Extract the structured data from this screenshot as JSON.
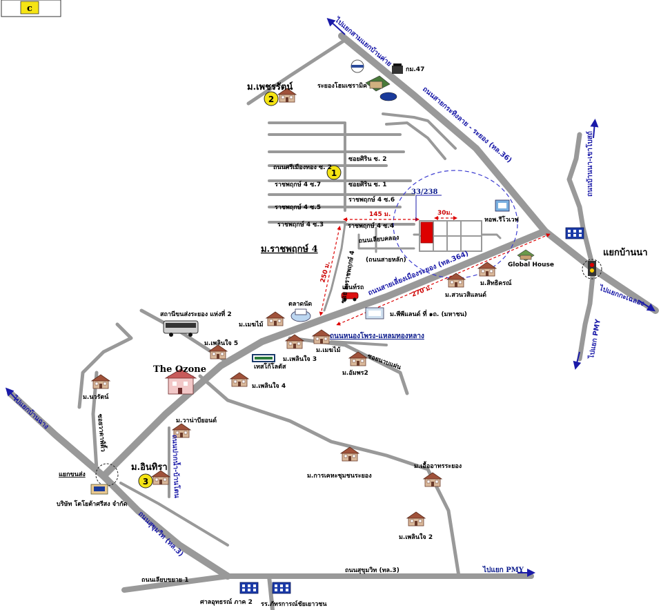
{
  "legend": {
    "letter": "c"
  },
  "labels": {
    "village_phetcharat": "ม.เพชรรัตน์",
    "volvo_shop": "ระยองโฮมเซรามิค",
    "km47": "กม.47",
    "road_to_bangkok": "ไปแยกสามแยกบ้านค่าย",
    "road_36": "ถนนสายกระทิงลาย - ระยอง (ทล.36)",
    "soi_1": "ซอยศิริน ซ. 2",
    "soi_2": "ถนนศรีเมืองทอง ซ. 2",
    "soi_3": "ราชพฤกษ์ 4 ซ.7",
    "soi_4": "ซอยศิริน ซ. 1",
    "soi_5": "ราชพฤกษ์ 4 ซ.6",
    "soi_6": "ราชพฤกษ์ 4 ซ.5",
    "soi_7": "ราชพฤกษ์ 4 ซ.3",
    "soi_8": "ราชพฤกษ์ 4 ซ.4",
    "plot_number": "33/238",
    "dist_145": "145 ม.",
    "dist_30": "30ม.",
    "dist_250": "250 ม.",
    "dist_270": "270 ม.",
    "dorm": "หอพ.รีโวเวฟ",
    "village_ratchaphruek": "ม.ราชพฤกษ์ 4",
    "side_road_1": "ถนนเลียบคลอง",
    "side_road_2": "(ถนนสายหลัก)",
    "road_364": "ถนนสายเลี่ยงเมืองระยอง (ทล.364)",
    "soi_vertical": "ซอย ม.ราชพฤกษ์ 4",
    "tent_rent": "เต็นท์รถ",
    "tesco": "เทสโก้โลตัส",
    "intersection_east": "แยกบ้านนา",
    "global_house": "Global House",
    "village_sittharon": "ม.สิทธิครณ์",
    "village_suanthani": "ม.สวนวสิแลนด์",
    "to_klaeng": "ไปแยกกะเฉลอง",
    "to_pmy_right": "ไปแยก PMY",
    "road_east_vertical": "ถนนบ้านนา-เขาโบสถ์",
    "market": "ตลาดนัด",
    "bus_terminal": "สถานีขนส่งระยอง แห่งที่ 2",
    "village_mekmai_1": "ม.เมฆไม้",
    "village_mekmai_2": "ม.เมฆไม้",
    "village_phoenlin_5": "ม.เพลินใจ 5",
    "village_phoenlin_3": "ม.เพลินใจ 3",
    "village_phoenlin_4": "ม.เพลินใจ 4",
    "village_ampon": "ม.อัมพร2",
    "village_pp": "ม.พีพีแลนด์ ที่ ๑ถ. (มหาชน)",
    "road_nongpho": "ถนนหนองโพรง-แหลมทองหลาง",
    "soi_right": "ซอยนาบแฝน",
    "the_ozone": "The Ozone",
    "village_nawarat": "ม.นวรัตน์",
    "to_banchang": "ไปแยกบ้านฉาง",
    "soi_left": "ซอยวาดาฟ์ดิ้ว",
    "village_wanaview": "ม.วาน่าบียอนด์",
    "soi_vertical_2": "ถนนปากน้ำ-บ้านโตน",
    "village_inthira": "ม.อินทิรา",
    "intersection_west": "แยกขนส่ง",
    "company": "บริษัท โตโยต้าศรีสง จำกัด",
    "village_karakhet": "ม.การเคหะชุมชนระยอง",
    "village_chuea": "ม.เอื้ออาทรระยอง",
    "village_phoenlin_2": "ม.เพลินใจ 2",
    "road_3_diag": "ถนนสุขุมวิท (ทล.3)",
    "road_3_bottom": "ถนนสุขุมวิท (ทล.3)",
    "road_bottom_left": "ถนนเลียบขยาย 1",
    "to_pmy_bottom": "ไปแยก PMY",
    "court": "ศาลอุทธรณ์ ภาค 2",
    "school": "รร.ภัทรการณ์ชัยเยาวชน"
  },
  "markers": {
    "m1": "1",
    "m2": "2",
    "m3": "3"
  },
  "colors": {
    "road": "#999999",
    "accent_blue": "#1a1aa8",
    "accent_red": "#dd0000",
    "marker_yellow": "#f5e414",
    "circle": "#3a3ad0"
  }
}
